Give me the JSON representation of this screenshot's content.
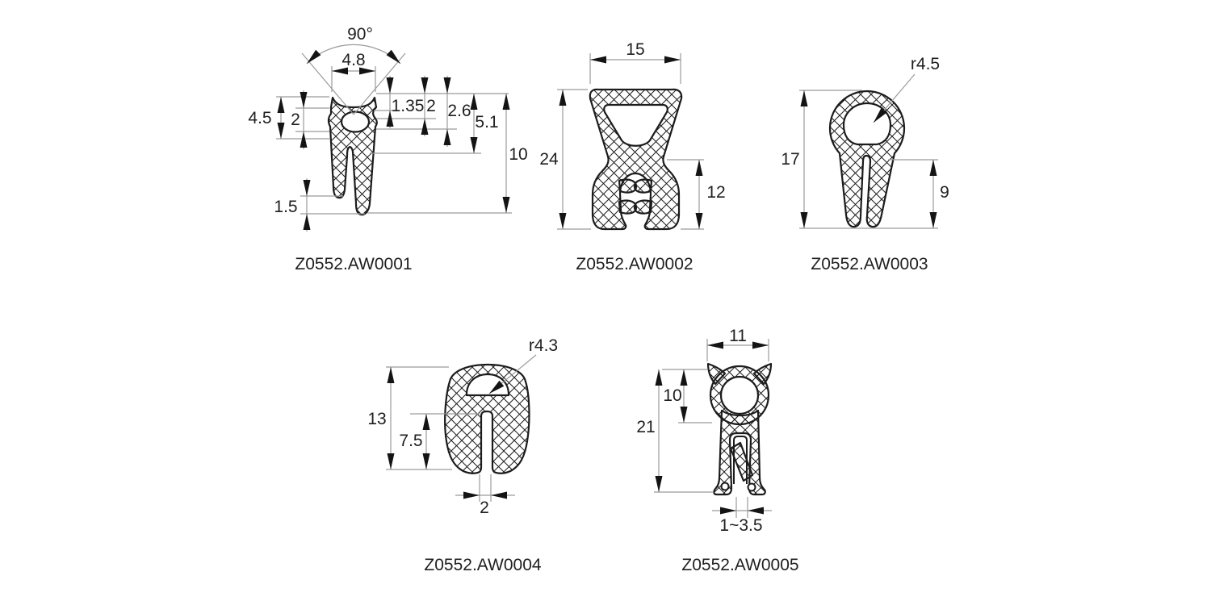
{
  "sheet": {
    "background": "#ffffff"
  },
  "colors": {
    "outline": "#1c1c1c",
    "hatch": "#1c1c1c",
    "dimension_line": "#9b9b9b",
    "arrow": "#141414",
    "text": "#1f1f1f"
  },
  "profiles": [
    {
      "label": "Z0552.AW0001",
      "dims": {
        "angle": "90°",
        "top_width": "4.8",
        "side_height": "4.5",
        "side_inner": "2",
        "d1": "1.35",
        "d2": "2",
        "d3": "2.6",
        "d4": "5.1",
        "total_height": "10",
        "leg_offset": "1.5"
      }
    },
    {
      "label": "Z0552.AW0002",
      "dims": {
        "top_width": "15",
        "total_height": "24",
        "leg_height": "12"
      }
    },
    {
      "label": "Z0552.AW0003",
      "dims": {
        "radius": "r4.5",
        "total_height": "17",
        "leg_height": "9"
      }
    },
    {
      "label": "Z0552.AW0004",
      "dims": {
        "radius": "r4.3",
        "total_height": "13",
        "slot_height": "7.5",
        "slot_width": "2"
      }
    },
    {
      "label": "Z0552.AW0005",
      "dims": {
        "top_width": "11",
        "bulb_height": "10",
        "total_height": "21",
        "grip_range": "1~3.5"
      }
    }
  ]
}
